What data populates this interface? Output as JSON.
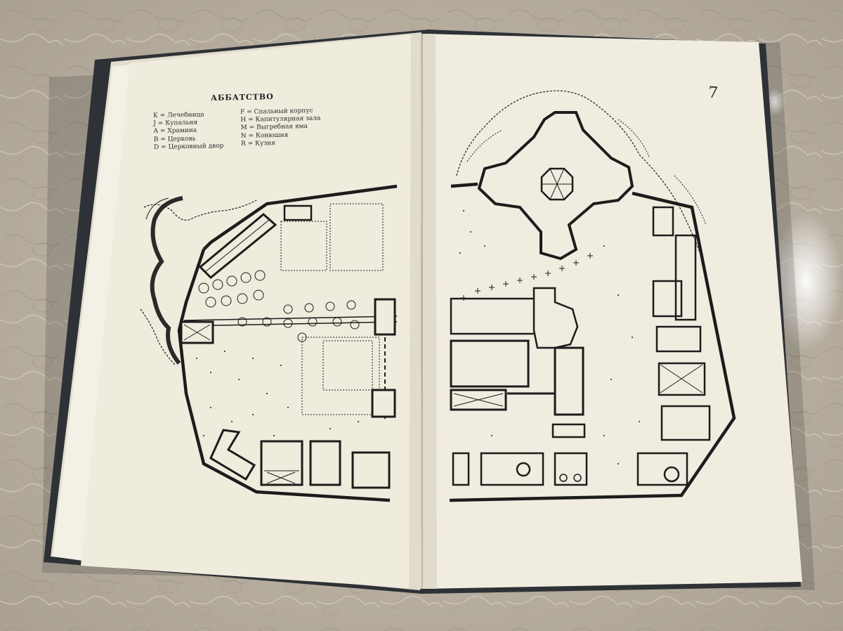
{
  "legend": {
    "title": "АББАТСТВО",
    "left_items": [
      "K = Лечебница",
      "J = Купальня",
      "A = Храмина",
      "B = Церковь",
      "D = Церковный двор"
    ],
    "right_items": [
      "F = Спальный корпус",
      "H = Капитулярная зала",
      "M = Выгребная яма",
      "N = Конюшня",
      "R = Кузня"
    ]
  },
  "page_number": "7",
  "colors": {
    "table": "#bfb7a8",
    "page": "#efebdd",
    "book_cover": "#2e3236",
    "ink": "#1c1c1c"
  }
}
